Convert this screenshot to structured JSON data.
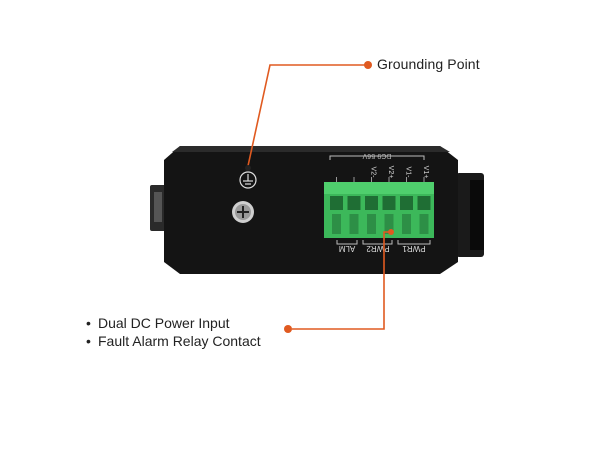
{
  "callouts": {
    "grounding": {
      "label": "Grounding Point"
    },
    "power": {
      "items": [
        "Dual DC Power Input",
        "Fault Alarm Relay Contact"
      ]
    }
  },
  "device": {
    "voltage_label": "DC9-56V",
    "pin_labels": [
      "V1+",
      "V1-",
      "V2+",
      "V2-",
      "",
      ""
    ],
    "group_labels": [
      "PWR1",
      "PWR2",
      "ALM"
    ]
  },
  "colors": {
    "accent": "#e05a20",
    "terminal_block": "#3cb85a",
    "device_body": "#141414"
  },
  "icons": [
    "grounding-icon",
    "grounding-screw-icon"
  ]
}
